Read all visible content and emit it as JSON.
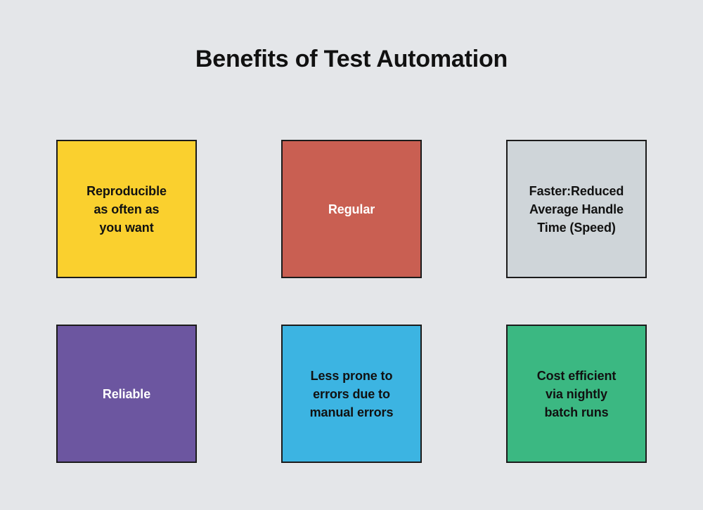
{
  "page": {
    "title": "Benefits of Test Automation",
    "background_color": "#e4e6e9",
    "border_color": "#1b1b1b",
    "title_color": "#111111"
  },
  "cards": [
    {
      "label": "Reproducible\nas often as\nyou want",
      "fill": "#fad02e",
      "text_color": "#111111",
      "text_style": "dark-text"
    },
    {
      "label": "Regular",
      "fill": "#c95f52",
      "text_color": "#ffffff",
      "text_style": "light-text"
    },
    {
      "label": "Faster:Reduced\nAverage Handle\nTime (Speed)",
      "fill": "#cfd5d9",
      "text_color": "#111111",
      "text_style": "dark-text"
    },
    {
      "label": "Reliable",
      "fill": "#6c56a0",
      "text_color": "#ffffff",
      "text_style": "light-text"
    },
    {
      "label": "Less prone to\nerrors due to\nmanual errors",
      "fill": "#3cb4e2",
      "text_color": "#111111",
      "text_style": "dark-text"
    },
    {
      "label": "Cost efficient\nvia nightly\nbatch runs",
      "fill": "#3bb882",
      "text_color": "#111111",
      "text_style": "dark-text"
    }
  ]
}
